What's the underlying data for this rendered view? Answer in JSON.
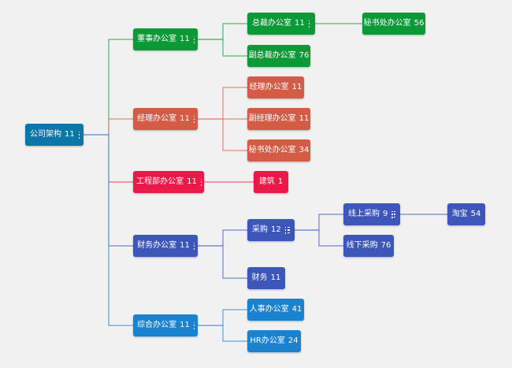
{
  "colors": {
    "root": "#0b77a8",
    "green": "#0b9a35",
    "orange": "#d25c45",
    "red": "#e9194a",
    "indigo": "#3c56b9",
    "blue": "#1a82cf"
  },
  "nodes": {
    "root": {
      "label": "公司架构",
      "count": "11",
      "icon": "list-icon"
    },
    "dongshi": {
      "label": "董事办公室",
      "count": "11",
      "icon": "list-icon"
    },
    "zongcai": {
      "label": "总裁办公室",
      "count": "11",
      "icon": "list-icon"
    },
    "mishu_zongcai": {
      "label": "秘书处办公室",
      "count": "56"
    },
    "fuzongcai": {
      "label": "副总裁办公室",
      "count": "76"
    },
    "jingli": {
      "label": "经理办公室",
      "count": "11",
      "icon": "list-icon"
    },
    "jingli_office": {
      "label": "经理办公室",
      "count": "11"
    },
    "fujingli": {
      "label": "副经理办公室",
      "count": "11"
    },
    "mishu_jingli": {
      "label": "秘书处办公室",
      "count": "34"
    },
    "gongcheng": {
      "label": "工程部办公室",
      "count": "11",
      "icon": "list-icon"
    },
    "jianzhu": {
      "label": "建筑",
      "count": "1"
    },
    "caiwu_office": {
      "label": "财务办公室",
      "count": "11",
      "icon": "list-icon"
    },
    "caigou": {
      "label": "采购",
      "count": "12",
      "icon": "list-icon"
    },
    "xianshang": {
      "label": "线上采购",
      "count": "9",
      "icon": "list-icon"
    },
    "taobao": {
      "label": "淘宝",
      "count": "54"
    },
    "xianxia": {
      "label": "线下采购",
      "count": "76"
    },
    "caiwu": {
      "label": "财务",
      "count": "11"
    },
    "zonghe": {
      "label": "综合办公室",
      "count": "11",
      "icon": "list-icon"
    },
    "renshi": {
      "label": "人事办公室",
      "count": "41"
    },
    "hr": {
      "label": "HR办公室",
      "count": "24"
    }
  }
}
